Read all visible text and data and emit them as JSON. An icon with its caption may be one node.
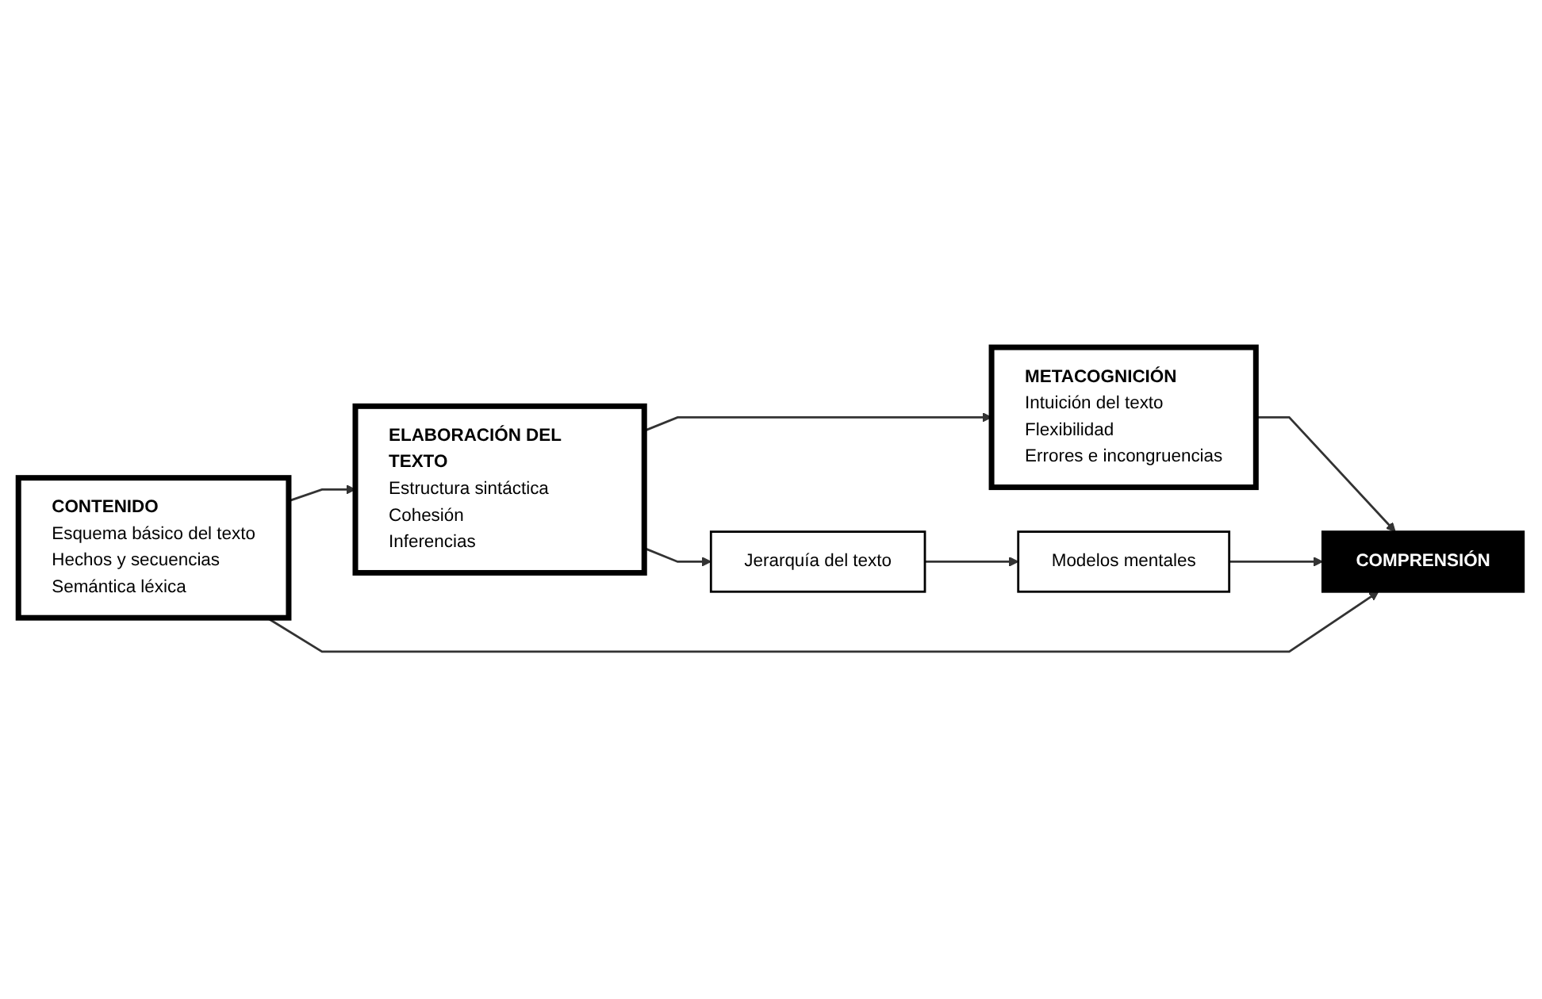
{
  "diagram": {
    "nodes": [
      {
        "text": [
          "CONTENIDO",
          "Esquema básico del texto",
          "Hechos y secuencias",
          "Semántica léxica"
        ]
      },
      {
        "text": [
          "ELABORACIÓN DEL TEXTO",
          "Estructura sintáctica",
          "Cohesión",
          "Inferencias"
        ]
      },
      {
        "text": [
          "METACOGNICIÓN",
          "Intuición del texto",
          "Flexibilidad",
          "Errores e incongruencias"
        ]
      },
      {
        "text": [
          "Jerarquía del texto"
        ]
      },
      {
        "text": [
          "Modelos mentales"
        ]
      },
      {
        "text": [
          "COMPRENSIÓN"
        ]
      }
    ],
    "edges": [
      {
        "from": 0,
        "to": 1,
        "arrow": "to"
      },
      {
        "from": 1,
        "to": 2,
        "arrow": "to"
      },
      {
        "from": 1,
        "to": 3,
        "arrow": "to"
      },
      {
        "from": 3,
        "to": 4,
        "arrow": "to"
      },
      {
        "from": 4,
        "to": 5,
        "arrow": "to"
      },
      {
        "from": 0,
        "to": 5,
        "arrow": "to"
      },
      {
        "from": 2,
        "to": 5,
        "arrow": "to"
      }
    ]
  }
}
